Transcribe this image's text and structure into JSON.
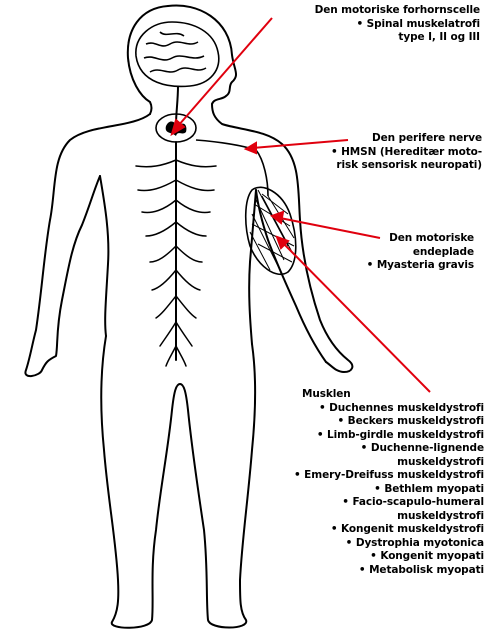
{
  "colors": {
    "line": "#000000",
    "arrow": "#e0000e",
    "background": "#ffffff"
  },
  "labels": {
    "motor_neuron": {
      "title": "Den motoriske forhornscelle",
      "items": [
        "• Spinal muskelatrofi",
        "type I, II og III"
      ]
    },
    "peripheral_nerve": {
      "title": "Den perifere nerve",
      "items": [
        "• HMSN (Hereditær moto-",
        "risk sensorisk neuropati)"
      ]
    },
    "endplate": {
      "title": "Den motoriske",
      "title2": "endeplade",
      "items": [
        "• Myasteria gravis"
      ]
    },
    "muscle": {
      "title": "Musklen",
      "items": [
        "• Duchennes muskeldystrofi",
        "• Beckers muskeldystrofi",
        "• Limb-girdle muskeldystrofi",
        "• Duchenne-lignende",
        "muskeldystrofi",
        "• Emery-Dreifuss muskeldystrofi",
        "• Bethlem myopati",
        "• Facio-scapulo-humeral",
        "muskeldystrofi",
        "• Kongenit muskeldystrofi",
        "• Dystrophia myotonica",
        "• Kongenit myopati",
        "• Metabolisk myopati"
      ]
    }
  }
}
